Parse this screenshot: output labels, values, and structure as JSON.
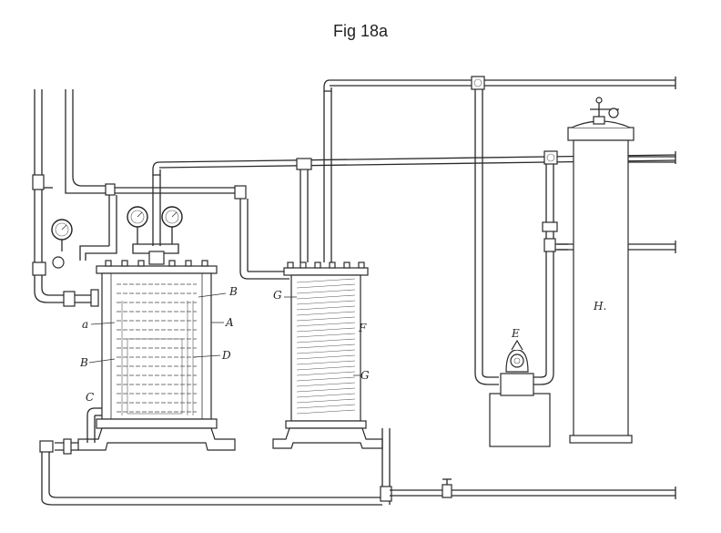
{
  "figure": {
    "title": "Fig 18a"
  },
  "labels": {
    "A": "A",
    "B_top": "B",
    "B_left": "B",
    "a": "a",
    "D": "D",
    "C": "C",
    "G_top": "G",
    "G_bottom": "G",
    "F": "F",
    "E": "E",
    "H": "H."
  },
  "icons": {
    "gauge": "pressure-gauge-icon",
    "valve": "valve-icon",
    "pump": "pump-icon"
  }
}
